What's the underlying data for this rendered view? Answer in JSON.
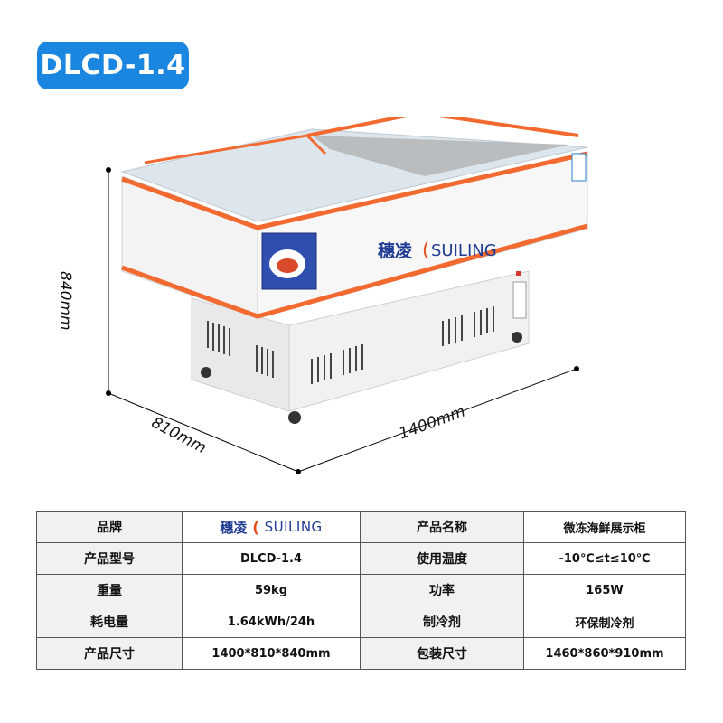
{
  "model_badge": "DLCD-1.4",
  "dimensions": {
    "height": "840mm",
    "depth": "810mm",
    "width": "1400mm"
  },
  "cabinet_logo": {
    "cn": "穗凌",
    "en": "SUILING"
  },
  "colors": {
    "badge_blue": "#1a86e0",
    "frame_orange": "#f26a2f",
    "body_white": "#f3f3f3",
    "brand_navy": "#1f3a93"
  },
  "table": {
    "rows": [
      {
        "l1": "品牌",
        "v1_logo": {
          "cn": "穗凌",
          "en": "SUILING"
        },
        "l2": "产品名称",
        "v2": "微冻海鲜展示柜"
      },
      {
        "l1": "产品型号",
        "v1": "DLCD-1.4",
        "l2": "使用温度",
        "v2": "-10℃≤t≤10℃"
      },
      {
        "l1": "重量",
        "v1": "59kg",
        "l2": "功率",
        "v2": "165W"
      },
      {
        "l1": "耗电量",
        "v1": "1.64kWh/24h",
        "l2": "制冷剂",
        "v2": "环保制冷剂"
      },
      {
        "l1": "产品尺寸",
        "v1": "1400*810*840mm",
        "l2": "包装尺寸",
        "v2": "1460*860*910mm"
      }
    ]
  }
}
